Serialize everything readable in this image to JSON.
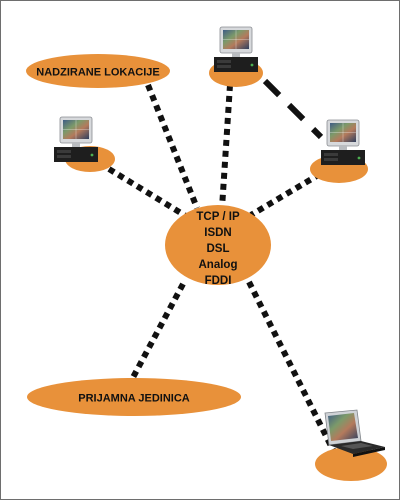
{
  "diagram": {
    "location_label": "NADZIRANE LOKACIJE",
    "receiver_label": "PRIJAMNA JEDINICA",
    "hub_protocols": [
      "TCP / IP",
      "ISDN",
      "DSL",
      "Analog",
      "FDDI"
    ]
  },
  "colors": {
    "node_fill": "#E8913A",
    "link": "#111111",
    "monitor_frame": "#D7D9DC",
    "tower": "#1E1E1E"
  },
  "icons": {
    "workstation": "computer-workstation-icon",
    "laptop": "laptop-icon"
  }
}
